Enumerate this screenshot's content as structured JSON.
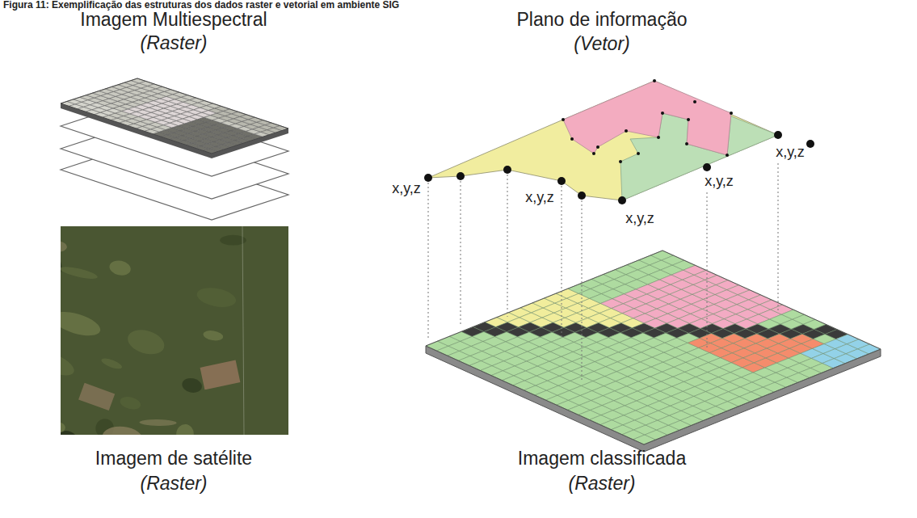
{
  "diagram": {
    "title": "Figura 11: Exemplificação das estruturas dos dados raster e vetorial em ambiente SIG",
    "labels": [
      "Imagem Multiespectral",
      "(Raster)",
      "Imagem de satélite",
      "(Raster)",
      "Plano de informação",
      "(Vetor)",
      "Imagem classificada",
      "(Raster)",
      "x,y,z",
      "x,y,z",
      "x,y,z",
      "x,y,z",
      "x,y,z"
    ]
  }
}
